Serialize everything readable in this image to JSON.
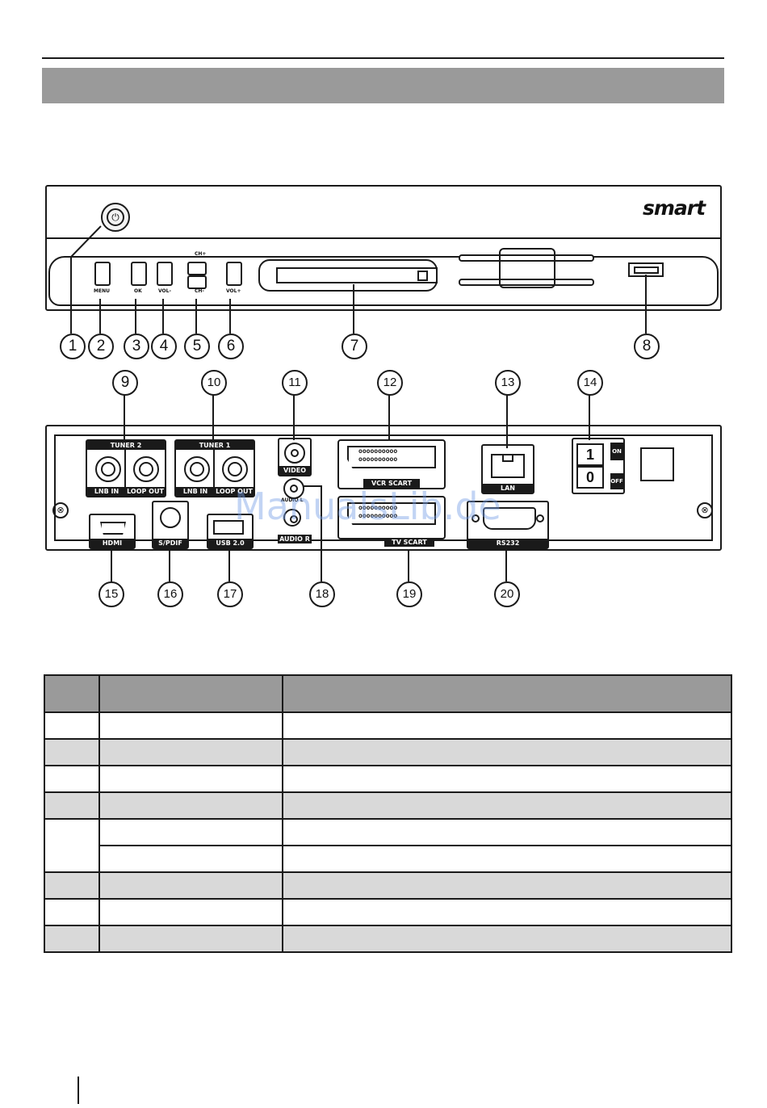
{
  "front_panel": {
    "brand_logo": "smart",
    "button_labels": {
      "menu": "MENU",
      "ok": "OK",
      "vol_minus": "VOL-",
      "ch_plus": "CH+",
      "ch_minus": "CH-",
      "vol_plus": "VOL+"
    },
    "power_symbol": "⏻",
    "callouts": [
      "1",
      "2",
      "3",
      "4",
      "5",
      "6",
      "7",
      "8"
    ]
  },
  "rear_panel": {
    "tuner2": {
      "title": "TUNER 2",
      "lnb_in": "LNB IN",
      "loop_out": "LOOP OUT"
    },
    "tuner1": {
      "title": "TUNER 1",
      "lnb_in": "LNB IN",
      "loop_out": "LOOP OUT"
    },
    "video": "VIDEO",
    "audio_l": "AUDIO L",
    "audio_r": "AUDIO R",
    "vcr_scart": "VCR SCART",
    "tv_scart": "TV SCART",
    "lan": "LAN",
    "switch": {
      "on_digit": "1",
      "off_digit": "0",
      "on": "ON",
      "off": "OFF"
    },
    "hdmi": "HDMI",
    "spdif": "S/PDIF",
    "usb": "USB 2.0",
    "rs232": "RS232",
    "callouts_top": [
      "9",
      "10",
      "11",
      "12",
      "13",
      "14"
    ],
    "callouts_bottom": [
      "15",
      "16",
      "17",
      "18",
      "19",
      "20"
    ]
  },
  "watermark": "ManualsLib.de",
  "icons": [
    "power-icon",
    "screw-icon"
  ],
  "colors": {
    "header_gray": "#9a9a9a",
    "row_gray": "#d9d9d9",
    "line": "#1a1a1a"
  },
  "spec_table": {
    "row_shading": [
      "white",
      "gray",
      "white",
      "gray",
      "white",
      "white",
      "gray",
      "white",
      "gray"
    ]
  }
}
